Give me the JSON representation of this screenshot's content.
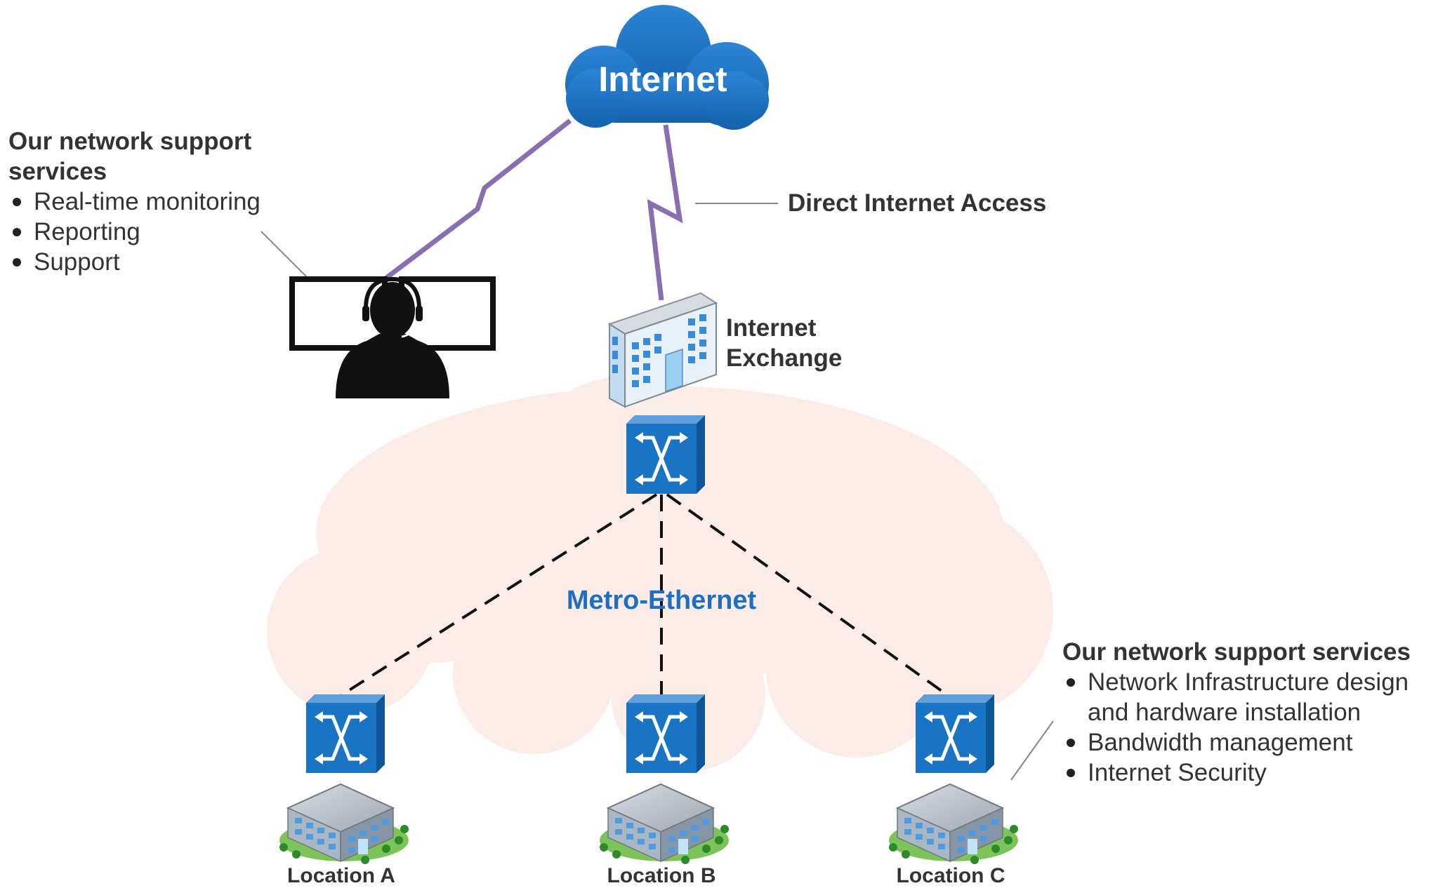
{
  "internet_label": "Internet",
  "metro_label": "Metro-Ethernet",
  "direct_access_label": "Direct Internet Access",
  "exchange_label": [
    "Internet",
    "Exchange"
  ],
  "left_services": {
    "heading": [
      "Our network support",
      "services"
    ],
    "items": [
      "Real-time monitoring",
      "Reporting",
      "Support"
    ]
  },
  "right_services": {
    "heading": "Our network support services",
    "items": [
      "Network Infrastructure design",
      "and hardware installation",
      "Bandwidth management",
      "Internet Security"
    ]
  },
  "locations": [
    "Location A",
    "Location B",
    "Location C"
  ],
  "colors": {
    "cloud_blue": "#1f6fc0",
    "metro_cloud": "#fcece8",
    "switch_blue": "#1a74c4",
    "link_purple": "#8a6fb0",
    "metro_text": "#1f6fc0"
  },
  "icons": [
    "internet-cloud",
    "support-operator-icon",
    "exchange-building-icon",
    "switch-icon",
    "office-building-icon"
  ]
}
